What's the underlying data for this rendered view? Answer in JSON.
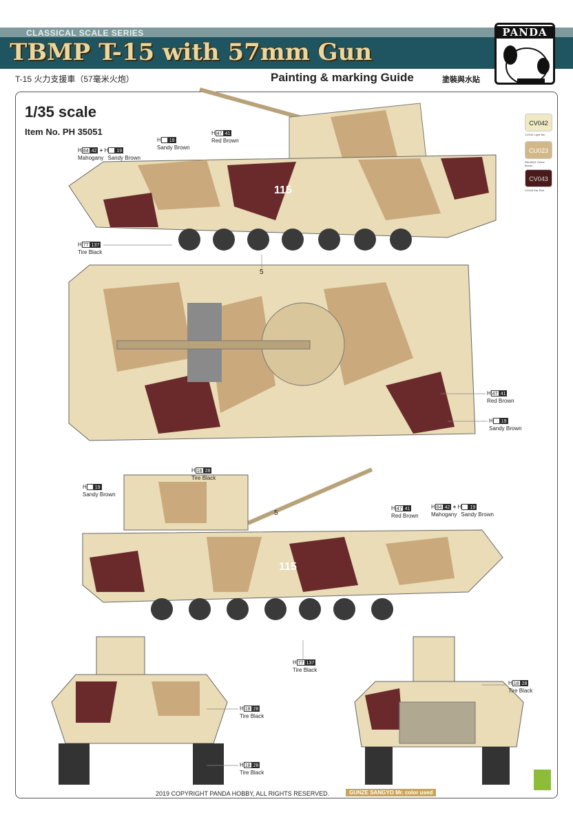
{
  "header": {
    "series": "CLASSICAL SCALE SERIES",
    "title": "TBMP T-15 with 57mm Gun",
    "subtitle_cn": "T-15 火力支援車（57毫米火炮）",
    "guide": "Painting & marking Guide",
    "guide_cn": "塗裝與水貼",
    "logo": "PANDA"
  },
  "info": {
    "scale": "1/35 scale",
    "item": "Item No. PH 35051"
  },
  "swatches": [
    {
      "code": "CV042",
      "sub": "CV042 Light Tan",
      "color": "#efe9c4"
    },
    {
      "code": "CU023",
      "sub": "RAL6001 Ochre Brown",
      "color": "#d2b888"
    },
    {
      "code": "CV043",
      "sub": "CV043 Ear Red",
      "color": "#4a1a1a"
    }
  ],
  "colors": {
    "sand": "#e9dcb6",
    "tan": "#caa97c",
    "maroon": "#6a2a2c",
    "banner": "#1f5560"
  },
  "callouts": {
    "h": "H",
    "plus": "+",
    "mahogany": {
      "a": "84",
      "b": "42",
      "name": "Mahogany"
    },
    "sandy": {
      "b": "19",
      "name": "Sandy Brown"
    },
    "redbrown": {
      "a": "47",
      "b": "41",
      "name": "Red Brown"
    },
    "tire77": {
      "a": "77",
      "b": "137",
      "name": "Tire Black"
    },
    "tire18": {
      "a": "18",
      "b": "28",
      "name": "Tire Black"
    },
    "marker": "5"
  },
  "turret_number": "115",
  "footer": {
    "copyright": "2019 COPYRIGHT PANDA HOBBY, ALL RIGHTS RESERVED.",
    "gunze": "GUNZE SANGYO Mr. color used"
  }
}
